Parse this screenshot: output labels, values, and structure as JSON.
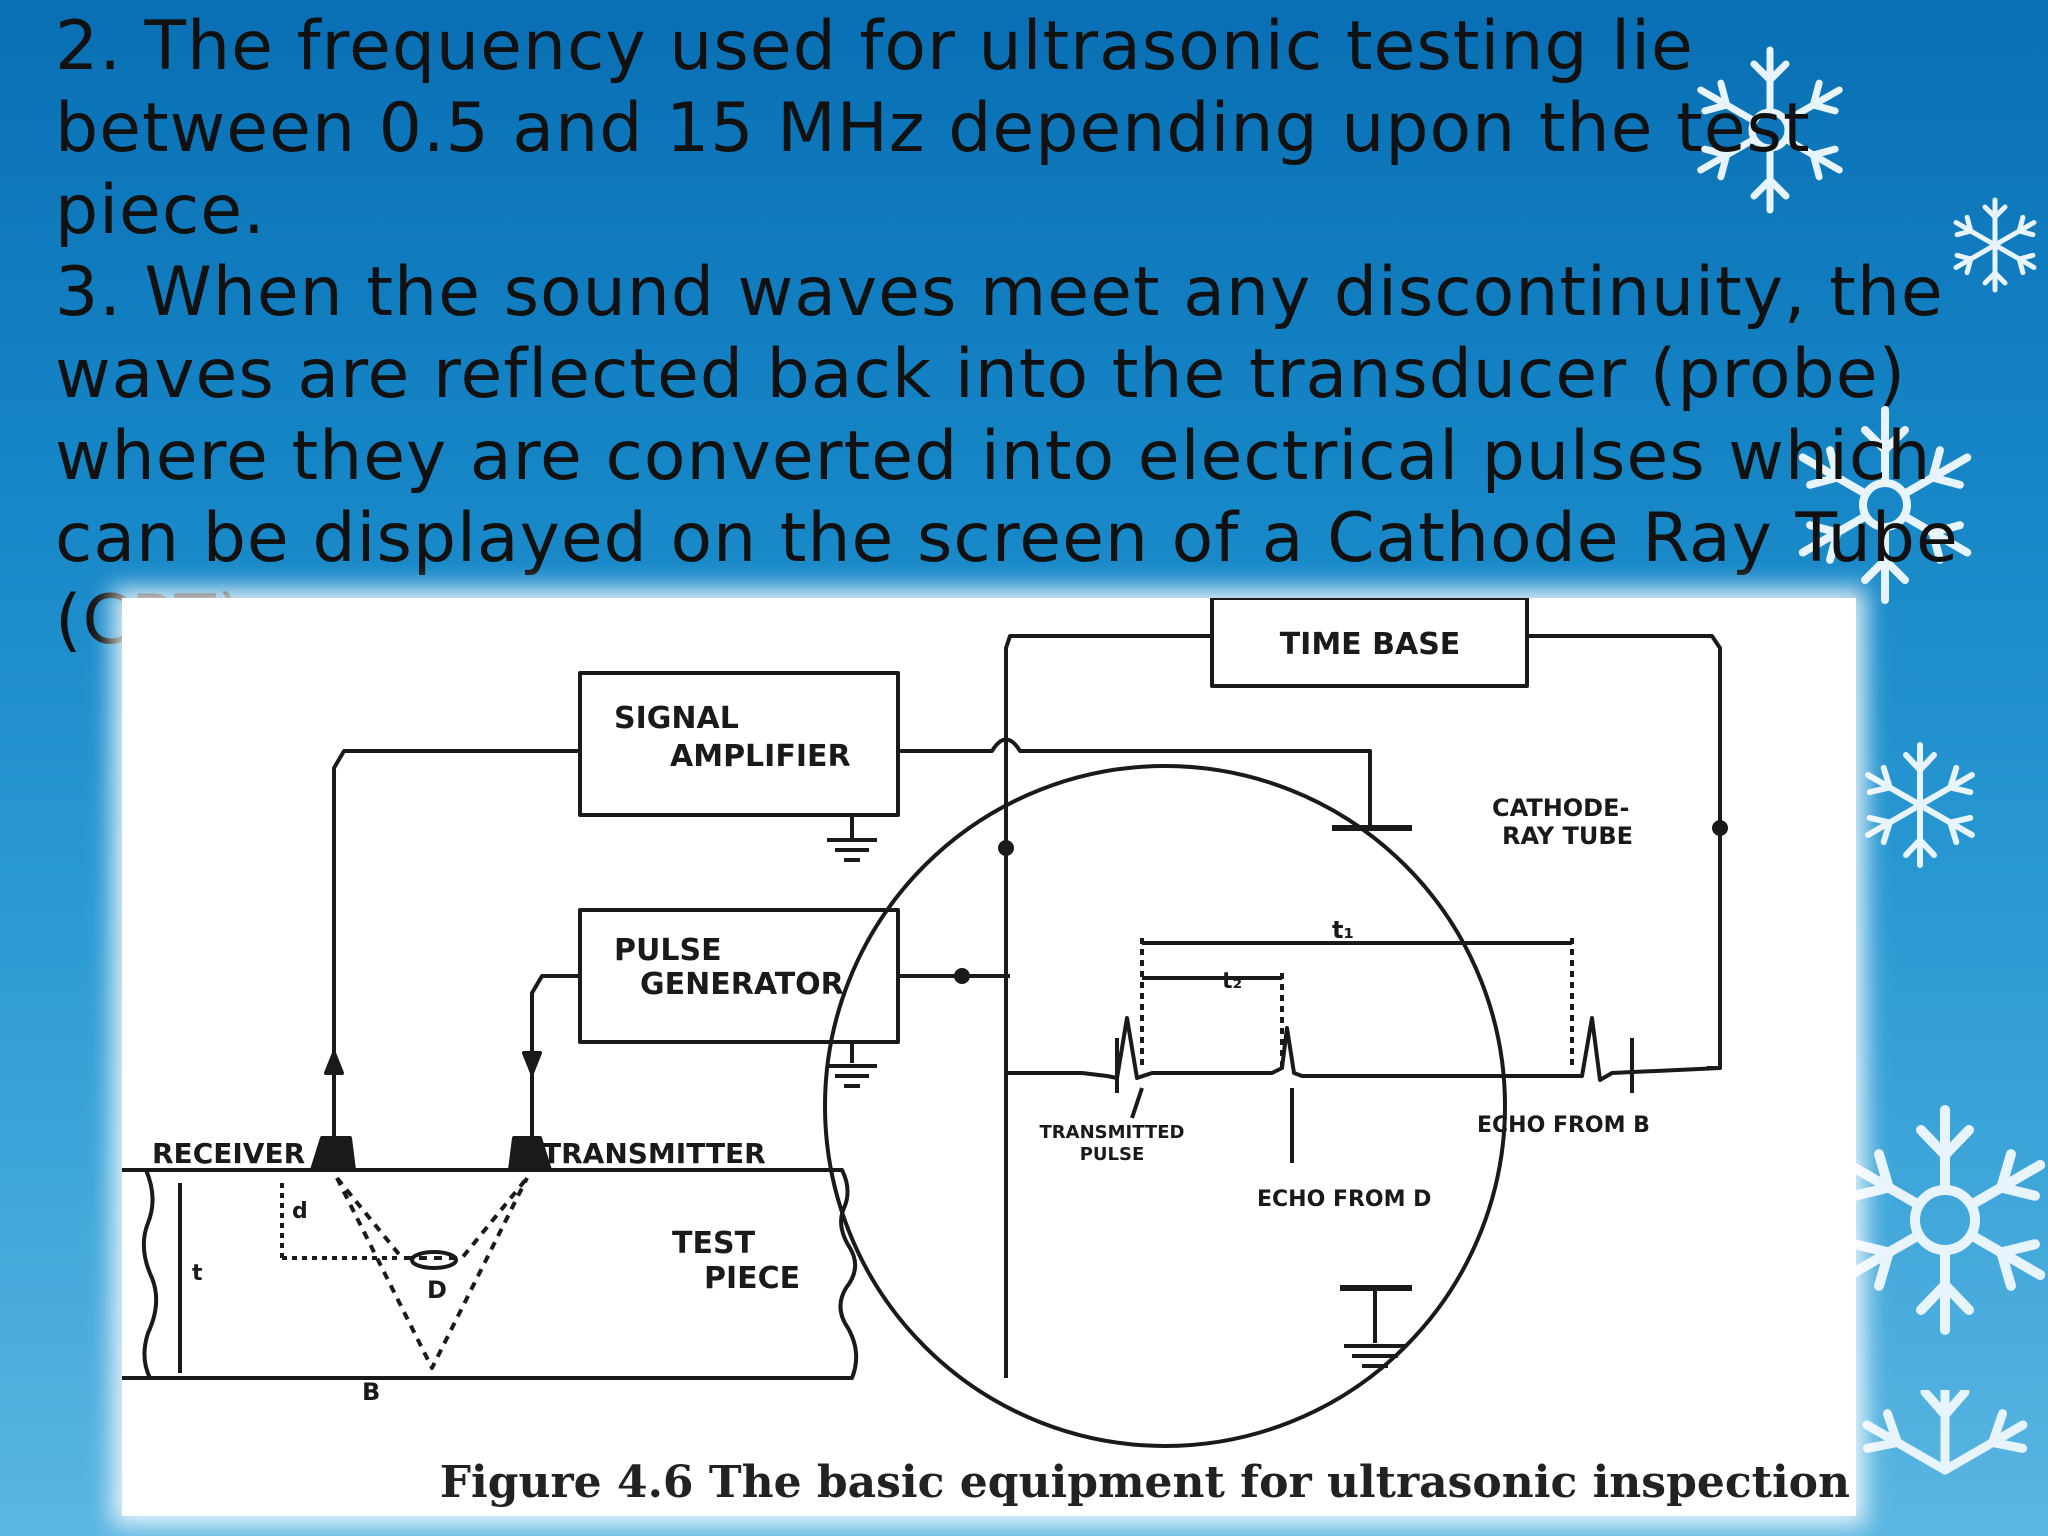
{
  "slide": {
    "paragraphs": [
      "2. The frequency used for ultrasonic testing lie between 0.5 and 15 MHz depending upon the test piece.",
      "3. When the sound waves meet any discontinuity, the waves are reflected back into the transducer (probe) where they are converted into electrical pulses which can be displayed on the screen of a Cathode Ray Tube (CRT)."
    ]
  },
  "figure": {
    "labels": {
      "time_base": "TIME BASE",
      "signal_amp_1": "SIGNAL",
      "signal_amp_2": "AMPLIFIER",
      "pulse_gen_1": "PULSE",
      "pulse_gen_2": "GENERATOR",
      "crt_1": "CATHODE-",
      "crt_2": "RAY TUBE",
      "receiver": "RECEIVER",
      "transmitter": "TRANSMITTER",
      "test_piece_1": "TEST",
      "test_piece_2": "PIECE",
      "transmitted_pulse_1": "TRANSMITTED",
      "transmitted_pulse_2": "PULSE",
      "echo_b": "ECHO FROM B",
      "echo_d": "ECHO FROM D",
      "d": "d",
      "t": "t",
      "D": "D",
      "B": "B",
      "t1": "t₁",
      "t2": "t₂"
    },
    "caption": "Figure 4.6 The basic equipment for ultrasonic inspection"
  }
}
